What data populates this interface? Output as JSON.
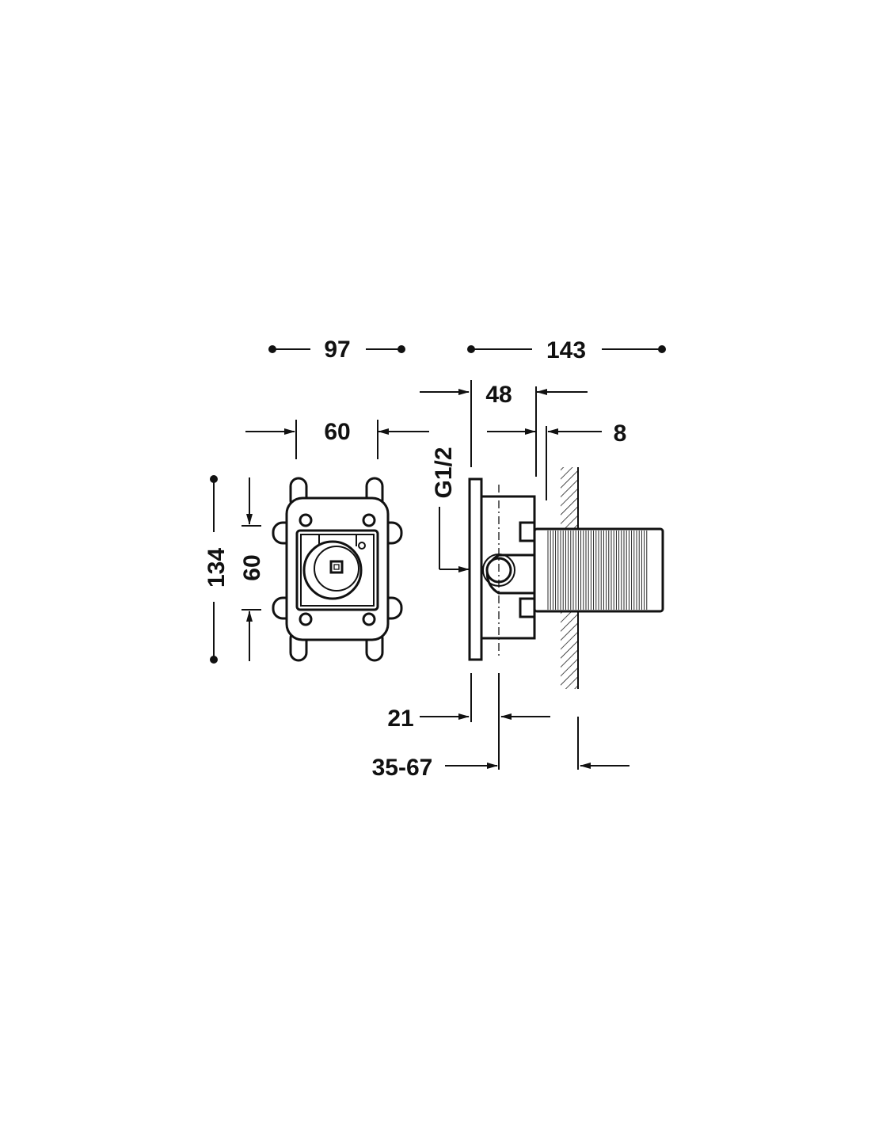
{
  "drawing": {
    "colors": {
      "line": "#111111",
      "background": "#ffffff"
    },
    "dimensions": {
      "overall_width": "97",
      "overall_depth": "143",
      "body_depth": "48",
      "inner_width": "60",
      "wall_offset": "8",
      "overall_height": "134",
      "inner_height": "60",
      "thread": "G1/2",
      "plate_to_center": "21",
      "installation_depth": "35-67"
    }
  }
}
